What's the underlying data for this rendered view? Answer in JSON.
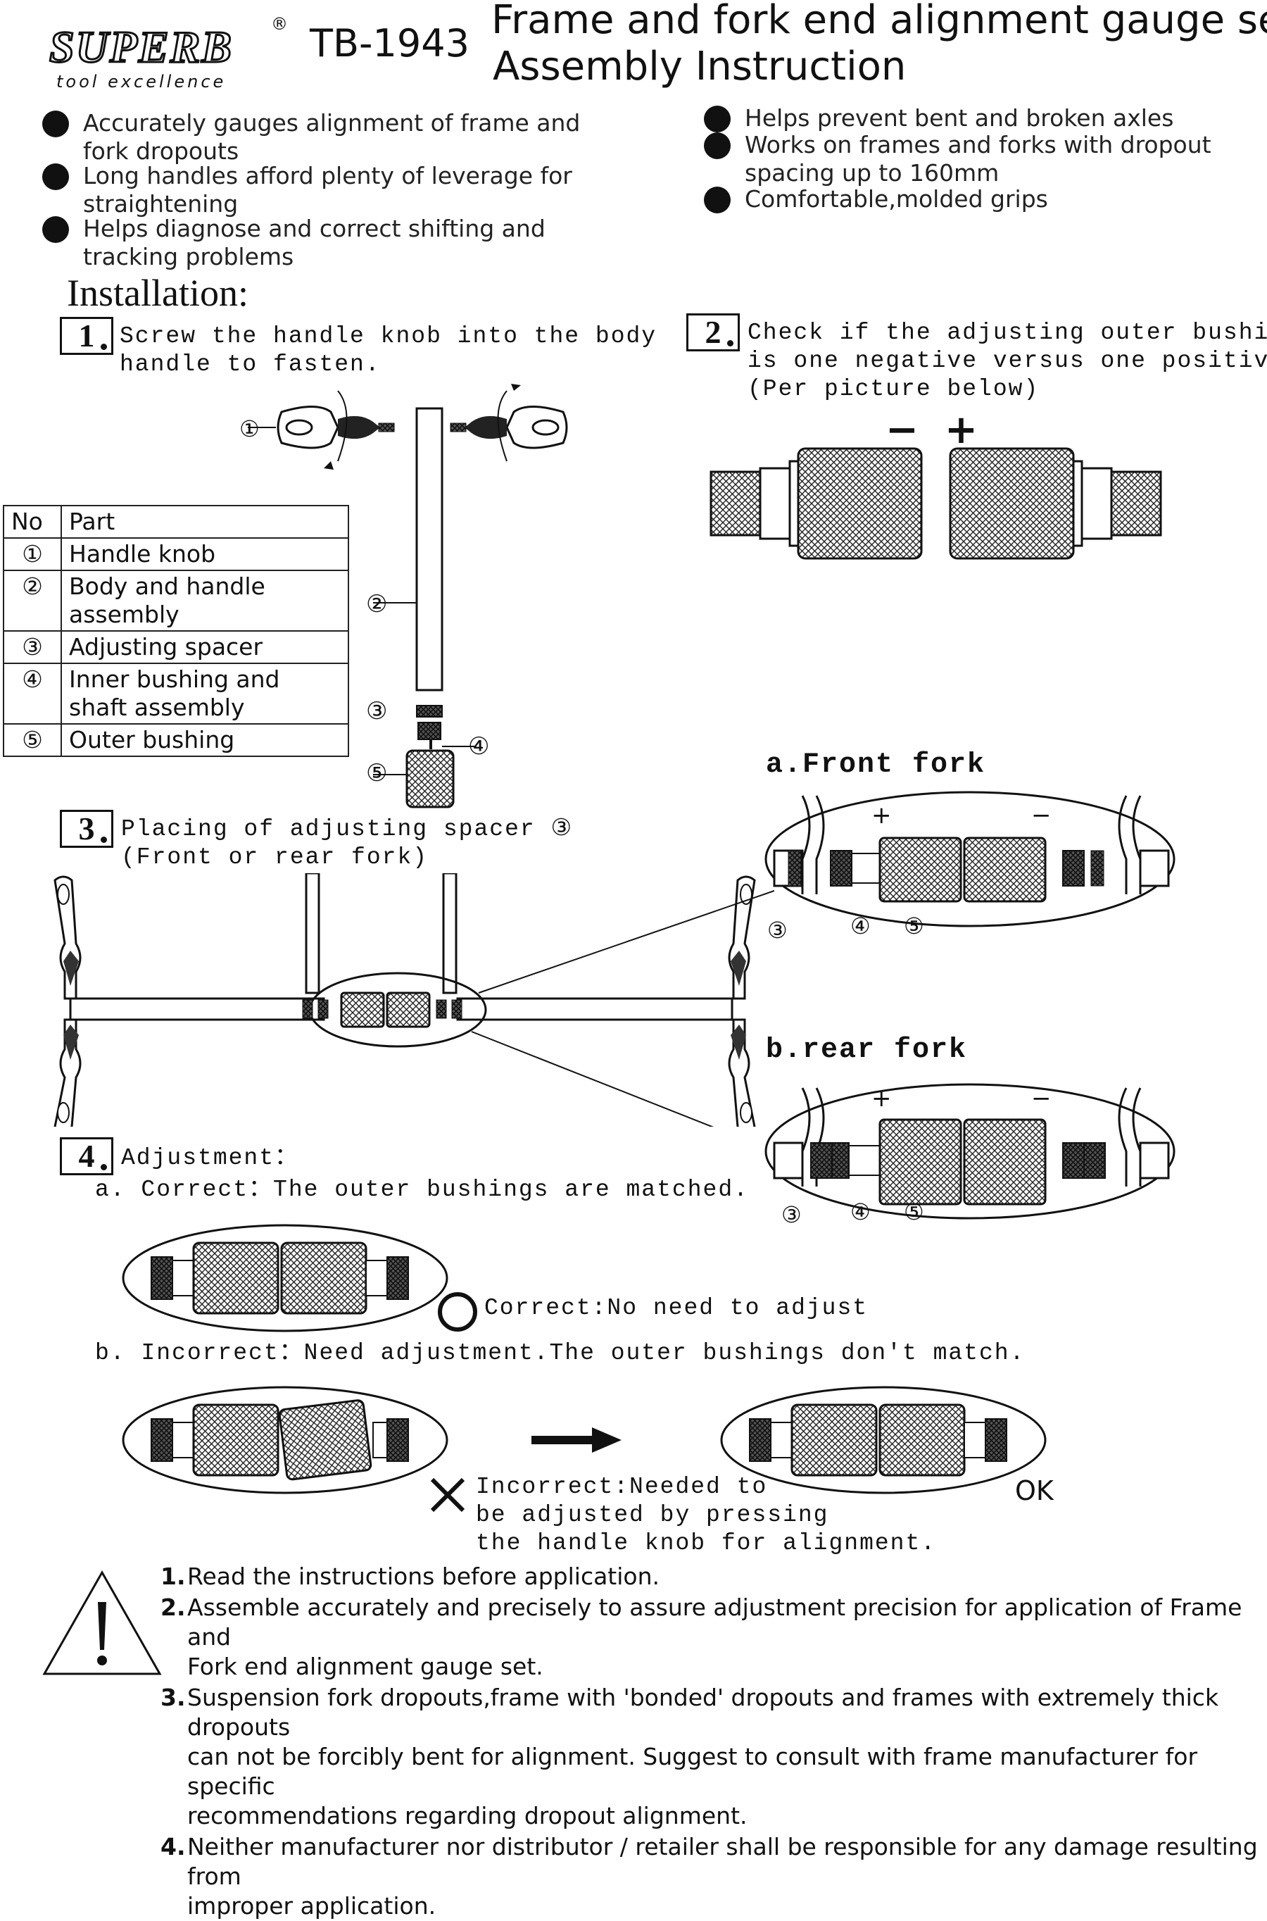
{
  "header": {
    "logo_text": "SUPERB",
    "logo_registered": "®",
    "logo_tagline": "tool excellence",
    "model": "TB-1943",
    "title_line1": "Frame and fork end alignment gauge set",
    "title_line2": "Assembly Instruction"
  },
  "features_left": [
    {
      "line1": "Accurately gauges alignment of frame and",
      "line2": "fork dropouts"
    },
    {
      "line1": "Long handles afford plenty of leverage for",
      "line2": "straightening"
    },
    {
      "line1": "Helps diagnose and correct shifting and",
      "line2": "tracking problems"
    }
  ],
  "features_right": [
    {
      "line1": "Helps prevent bent and broken axles",
      "line2": ""
    },
    {
      "line1": "Works on frames and forks with dropout",
      "line2": "spacing up to 160mm"
    },
    {
      "line1": "Comfortable,molded grips",
      "line2": ""
    }
  ],
  "installation": {
    "heading": "Installation:",
    "step1": {
      "num": "1",
      "line1": "Screw the handle knob into the body",
      "line2": "handle to fasten."
    },
    "step2": {
      "num": "2",
      "line1": "Check if the adjusting outer bushing",
      "line2": "is one negative versus one positive.",
      "line3": "(Per picture below)",
      "minus": "−",
      "plus": "+"
    },
    "step3": {
      "num": "3",
      "line1": "Placing of adjusting spacer ③",
      "line2": "(Front or rear fork)"
    },
    "step4": {
      "num": "4",
      "heading": "Adjustment：",
      "a_line": "a. Correct：The outer bushings are matched.",
      "correct_note": "Correct:No need to adjust",
      "b_line": "b. Incorrect：Need adjustment.The outer bushings don't match.",
      "incorrect_line1": "Incorrect:Needed to",
      "incorrect_line2": "be adjusted by pressing",
      "incorrect_line3": "the handle knob for alignment.",
      "ok": "OK"
    }
  },
  "parts_table": {
    "headers": [
      "No",
      "Part"
    ],
    "rows": [
      {
        "no": "①",
        "part": "Handle knob"
      },
      {
        "no": "②",
        "part": "Body and handle assembly"
      },
      {
        "no": "③",
        "part": "Adjusting spacer"
      },
      {
        "no": "④",
        "part": "Inner bushing and",
        "part2": "shaft assembly"
      },
      {
        "no": "⑤",
        "part": "Outer bushing"
      }
    ]
  },
  "diagram_labels": {
    "n1": "①",
    "n2": "②",
    "n3": "③",
    "n4": "④",
    "n5": "⑤",
    "front_fork": "a.Front fork",
    "rear_fork": "b.rear fork",
    "plus": "+",
    "minus": "−"
  },
  "warnings": [
    {
      "num": "1.",
      "line1": "Read the instructions before application."
    },
    {
      "num": "2.",
      "line1": "Assemble accurately and precisely to assure adjustment precision for application of Frame and",
      "line2": "Fork end alignment gauge set."
    },
    {
      "num": "3.",
      "line1": "Suspension fork dropouts,frame with 'bonded' dropouts and frames with extremely thick dropouts",
      "line2": "can not be forcibly bent for alignment. Suggest to consult with frame manufacturer for specific",
      "line3": "recommendations regarding dropout alignment."
    },
    {
      "num": "4.",
      "line1": "Neither manufacturer nor distributor / retailer shall be responsible for any damage resulting from",
      "line2": "improper application."
    }
  ]
}
